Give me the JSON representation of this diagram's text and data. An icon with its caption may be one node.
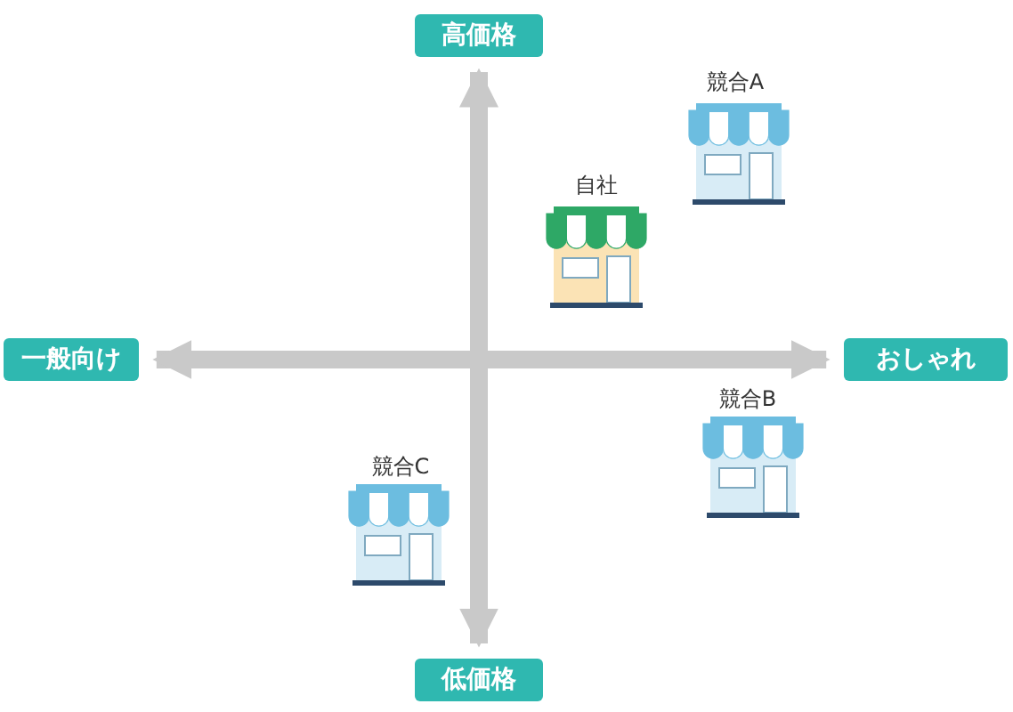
{
  "diagram": {
    "nodes": [
      {
        "text": [
          "高価格"
        ]
      },
      {
        "text": [
          "一般向け"
        ]
      },
      {
        "text": [
          "おしゃれ"
        ]
      },
      {
        "text": [
          "低価格"
        ]
      }
    ],
    "edges": [
      {
        "from": 3,
        "to": 0,
        "arrow": "both"
      },
      {
        "from": 1,
        "to": 2,
        "arrow": "both"
      }
    ],
    "labels": [
      "競合A",
      "自社",
      "競合B",
      "競合C"
    ]
  }
}
